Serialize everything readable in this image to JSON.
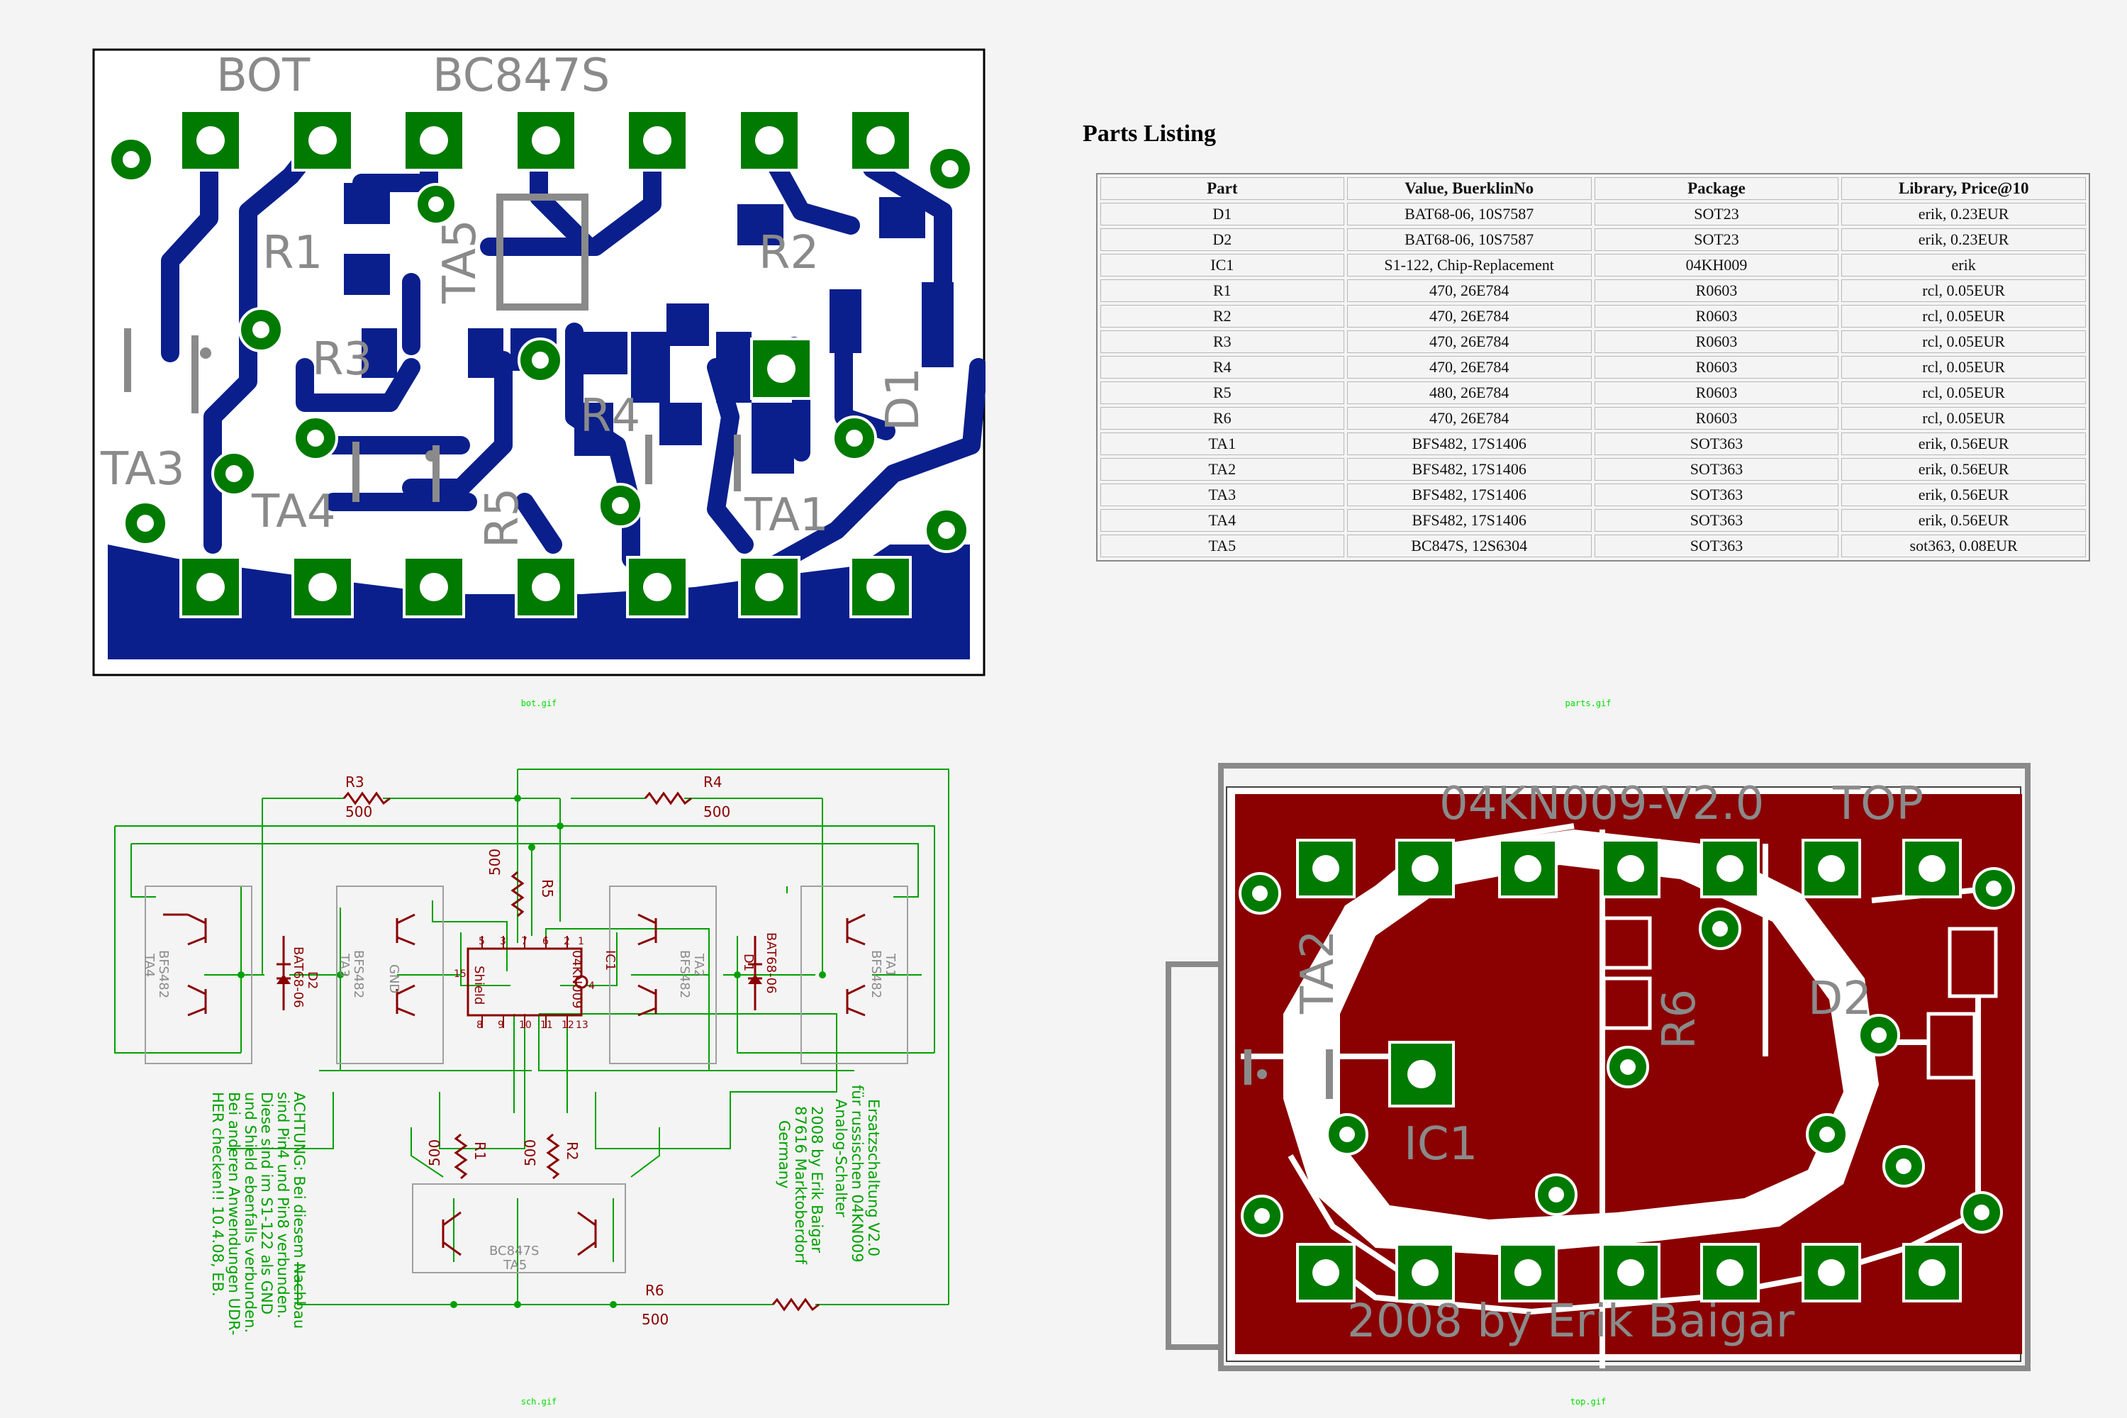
{
  "captions": {
    "bot": "bot.gif",
    "parts": "parts.gif",
    "sch": "sch.gif",
    "top": "top.gif"
  },
  "bot_board": {
    "labels": {
      "bot": "BOT",
      "bc847s": "BC847S",
      "r1": "R1",
      "r2": "R2",
      "r3": "R3",
      "r4": "R4",
      "r5": "R5",
      "ta1": "TA1",
      "ta3": "TA3",
      "ta4": "TA4",
      "ta5": "TA5",
      "d1": "D1"
    },
    "colors": {
      "copper": "#0a1f8c",
      "pad": "#007a00",
      "silk": "#8a8a8a"
    }
  },
  "parts": {
    "title": "Parts Listing",
    "headers": [
      "Part",
      "Value, BuerklinNo",
      "Package",
      "Library, Price@10"
    ],
    "rows": [
      [
        "D1",
        "BAT68-06, 10S7587",
        "SOT23",
        "erik, 0.23EUR"
      ],
      [
        "D2",
        "BAT68-06, 10S7587",
        "SOT23",
        "erik, 0.23EUR"
      ],
      [
        "IC1",
        "S1-122, Chip-Replacement",
        "04KH009",
        "erik"
      ],
      [
        "R1",
        "470, 26E784",
        "R0603",
        "rcl, 0.05EUR"
      ],
      [
        "R2",
        "470, 26E784",
        "R0603",
        "rcl, 0.05EUR"
      ],
      [
        "R3",
        "470, 26E784",
        "R0603",
        "rcl, 0.05EUR"
      ],
      [
        "R4",
        "470, 26E784",
        "R0603",
        "rcl, 0.05EUR"
      ],
      [
        "R5",
        "480, 26E784",
        "R0603",
        "rcl, 0.05EUR"
      ],
      [
        "R6",
        "470, 26E784",
        "R0603",
        "rcl, 0.05EUR"
      ],
      [
        "TA1",
        "BFS482, 17S1406",
        "SOT363",
        "erik, 0.56EUR"
      ],
      [
        "TA2",
        "BFS482, 17S1406",
        "SOT363",
        "erik, 0.56EUR"
      ],
      [
        "TA3",
        "BFS482, 17S1406",
        "SOT363",
        "erik, 0.56EUR"
      ],
      [
        "TA4",
        "BFS482, 17S1406",
        "SOT363",
        "erik, 0.56EUR"
      ],
      [
        "TA5",
        "BC847S, 12S6304",
        "SOT363",
        "sot363, 0.08EUR"
      ]
    ]
  },
  "schematic": {
    "r3": "R3",
    "r3_val": "500",
    "r4": "R4",
    "r4_val": "500",
    "r5": "R5",
    "r5_val": "500",
    "r1": "R1",
    "r1_val": "500",
    "r2": "R2",
    "r2_val": "500",
    "r6": "R6",
    "r6_val": "500",
    "ta4_type": "BFS482",
    "ta4": "TA4",
    "d2_type": "BAT68-06",
    "d2": "D2",
    "ta3_type": "BFS482",
    "ta3": "TA3",
    "gnd": "GND",
    "shield": "Shield",
    "ic1": "IC1",
    "ic1_type": "04KN009",
    "ta2_type": "BFS482",
    "ta2": "TA2",
    "d1_type": "BAT68-06",
    "d1": "D1",
    "ta1_type": "BFS482",
    "ta1": "TA1",
    "bc847s": "BC847S",
    "ta5": "TA5",
    "pin_numbers": [
      "5",
      "3",
      "7",
      "6",
      "2",
      "1",
      "8",
      "9",
      "10",
      "11",
      "12",
      "13",
      "15",
      "4"
    ],
    "note_warning": [
      "ACHTUNG: Bei diesem Nachbau",
      "sind Pin4 und Pin8 verbunden.",
      "Diese sind im S1-122 als GND",
      "und Shield ebenfalls verbunden.",
      "Bei anderen Anwendungen UDR-",
      "HER checken!! 10.4.08, EB."
    ],
    "note_credit": [
      "Ersatzschaltung V2.0",
      "für russischen 04KN009",
      "Analog-Schalter",
      "2008 by Erik Baigar",
      "87616 Marktoberdorf",
      "Germany"
    ],
    "colors": {
      "wire": "#00a000",
      "part": "#8b0000",
      "frame": "#a0a0a0"
    }
  },
  "top_board": {
    "labels": {
      "title": "04KN009-V2.0",
      "top": "TOP",
      "ta2": "TA2",
      "r6": "R6",
      "d2": "D2",
      "ic1": "IC1",
      "credit": "2008 by Erik Baigar"
    },
    "colors": {
      "copper": "#8b0000",
      "pad": "#007a00",
      "silk": "#8a8a8a"
    }
  }
}
